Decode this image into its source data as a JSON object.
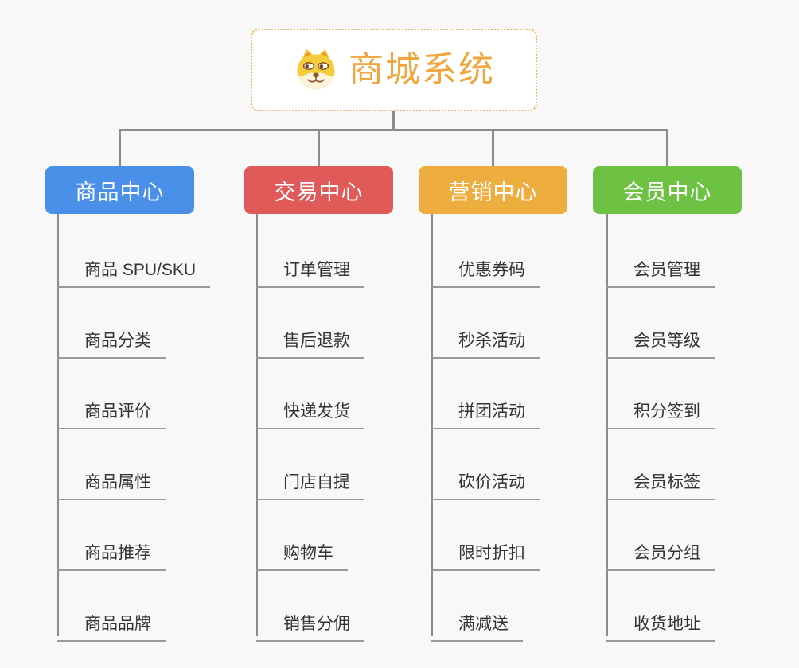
{
  "root": {
    "label": "商城系统",
    "icon": "shiba-dog-icon"
  },
  "colors": {
    "background": "#F8F8F8",
    "root_border": "#F0B55A",
    "root_text": "#F0A63F",
    "connector": "#8C8C8C",
    "leaf_line": "#999999",
    "leaf_text": "#333333"
  },
  "branches": [
    {
      "label": "商品中心",
      "color": "#4A8FE8",
      "items": [
        "商品 SPU/SKU",
        "商品分类",
        "商品评价",
        "商品属性",
        "商品推荐",
        "商品品牌"
      ]
    },
    {
      "label": "交易中心",
      "color": "#E15A5A",
      "items": [
        "订单管理",
        "售后退款",
        "快递发货",
        "门店自提",
        "购物车",
        "销售分佣"
      ]
    },
    {
      "label": "营销中心",
      "color": "#EEAD3F",
      "items": [
        "优惠券码",
        "秒杀活动",
        "拼团活动",
        "砍价活动",
        "限时折扣",
        "满减送"
      ]
    },
    {
      "label": "会员中心",
      "color": "#6EC243",
      "items": [
        "会员管理",
        "会员等级",
        "积分签到",
        "会员标签",
        "会员分组",
        "收货地址"
      ]
    }
  ]
}
